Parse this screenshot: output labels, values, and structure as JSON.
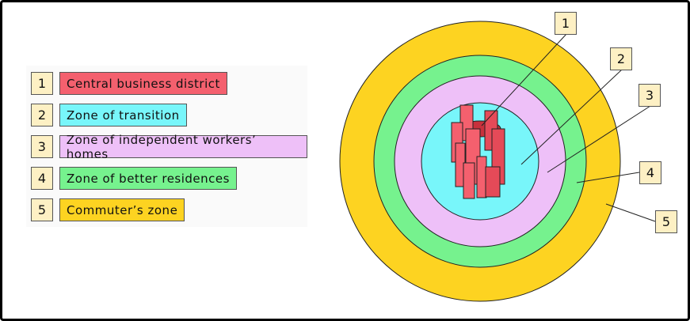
{
  "legend": [
    {
      "num": "1",
      "label": "Central business district",
      "color": "#f4606e"
    },
    {
      "num": "2",
      "label": "Zone of transition",
      "color": "#78f6fa"
    },
    {
      "num": "3",
      "label": "Zone of independent workers’ homes",
      "color": "#eec0f8"
    },
    {
      "num": "4",
      "label": "Zone of better residences",
      "color": "#76f28e"
    },
    {
      "num": "5",
      "label": "Commuter’s zone",
      "color": "#fdd321"
    }
  ],
  "callouts": [
    "1",
    "2",
    "3",
    "4",
    "5"
  ]
}
